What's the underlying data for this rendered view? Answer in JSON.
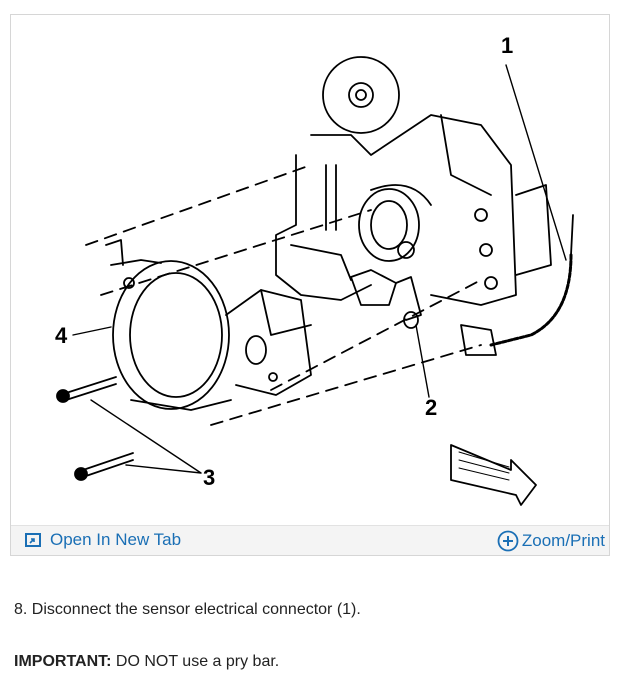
{
  "diagram": {
    "callouts": [
      "1",
      "2",
      "3",
      "4"
    ]
  },
  "figure_bar": {
    "open_tab_label": "Open In New Tab",
    "zoom_print_label": "Zoom/Print",
    "link_color": "#1a6fb5"
  },
  "instructions": {
    "step_text": "8. Disconnect the sensor electrical connector (1).",
    "important_label": "IMPORTANT:",
    "important_text": " DO NOT use a pry bar."
  },
  "icons": [
    "open-in-new-tab-icon",
    "zoom-plus-icon"
  ]
}
